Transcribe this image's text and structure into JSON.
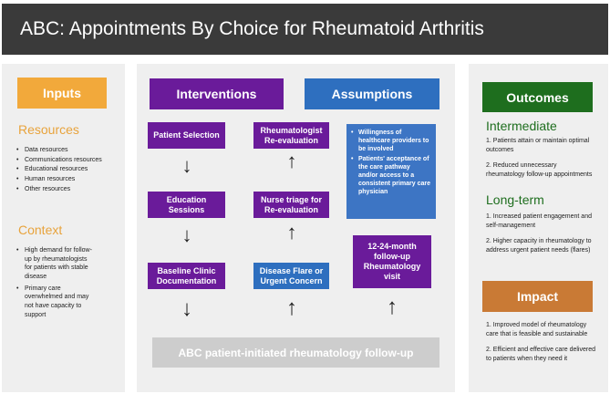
{
  "title": "ABC: Appointments By Choice for Rheumatoid Arthritis",
  "colors": {
    "title_bg": "#3a3a3a",
    "panel_bg": "#efefef",
    "inputs_header": "#f2a93b",
    "interventions": "#6a1b9a",
    "assumptions": "#2e6fbf",
    "outcomes_header": "#1e6e1e",
    "impact_header": "#c97a35",
    "bottom_bar": "#cdcdcd"
  },
  "inputs": {
    "header": "Inputs",
    "resources_title": "Resources",
    "resources": [
      "Data resources",
      "Communications resources",
      "Educational resources",
      "Human resources",
      "Other resources"
    ],
    "context_title": "Context",
    "context": [
      "High demand for follow-up by rheumatologists for patients with stable disease",
      "Primary care overwhelmed and may not have capacity to support"
    ]
  },
  "interventions": {
    "header": "Interventions",
    "col1": [
      "Patient Selection",
      "Education Sessions",
      "Baseline Clinic Documentation"
    ],
    "col2": [
      "Rheumatologist Re-evaluation",
      "Nurse triage for Re-evaluation",
      "Disease Flare or Urgent Concern"
    ]
  },
  "assumptions": {
    "header": "Assumptions",
    "items": [
      "Willingness of healthcare providers to be involved",
      "Patients' acceptance of the care pathway and/or access to a consistent primary care physician"
    ],
    "followup_box": "12-24-month follow-up Rheumatology visit"
  },
  "bottom_bar": "ABC patient-initiated rheumatology follow-up",
  "arrows": {
    "down": "↓",
    "up": "↑"
  },
  "outcomes": {
    "header": "Outcomes",
    "intermediate_title": "Intermediate",
    "intermediate": [
      "1. Patients attain or maintain optimal outcomes",
      "2. Reduced unnecessary rheumatology follow-up appointments"
    ],
    "longterm_title": "Long-term",
    "longterm": [
      "1. Increased patient engagement and self-management",
      "2. Higher capacity in rheumatology to address urgent patient needs (flares)"
    ]
  },
  "impact": {
    "header": "Impact",
    "items": [
      "1. Improved model of rheumatology care that is feasible and sustainable",
      "2. Efficient and effective care delivered to patients when they need it"
    ]
  }
}
